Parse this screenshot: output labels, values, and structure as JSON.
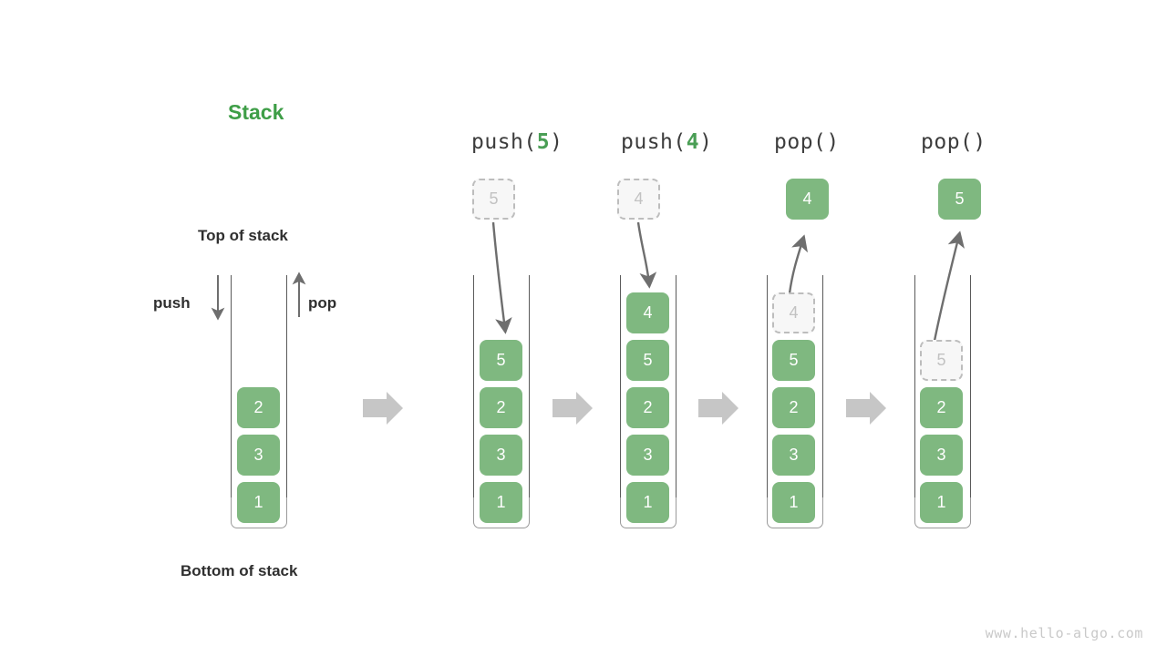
{
  "figure": {
    "title": "Stack",
    "watermark": "www.hello-algo.com",
    "labels": {
      "top_of_stack": "Top of stack",
      "bottom_of_stack": "Bottom of stack",
      "push": "push",
      "pop": "pop"
    },
    "colors": {
      "element_green": "#7fb880",
      "title_green": "#3e9e47",
      "accent_green": "#4a9e55",
      "ghost_fill": "#f7f7f7",
      "ghost_border": "#bdbdbd",
      "ghost_text": "#c2c2c2",
      "arrow_gray": "#6e6e6e",
      "flow_arrow_gray": "#c6c6c6",
      "text_dark": "#2f2f2f",
      "watermark_gray": "#c9c9c9",
      "background": "#ffffff"
    }
  },
  "panels": [
    {
      "id": "initial",
      "operation_prefix": "",
      "operation_arg": "",
      "operation_suffix": "",
      "stack_top_to_bottom": [
        "2",
        "3",
        "1"
      ],
      "ghost": null,
      "moving_element": null
    },
    {
      "id": "push-5",
      "operation_prefix": "push(",
      "operation_arg": "5",
      "operation_suffix": ")",
      "stack_top_to_bottom": [
        "5",
        "2",
        "3",
        "1"
      ],
      "ghost": {
        "value": "5",
        "position": "above-container"
      },
      "moving_element": {
        "value": "5",
        "direction": "down"
      }
    },
    {
      "id": "push-4",
      "operation_prefix": "push(",
      "operation_arg": "4",
      "operation_suffix": ")",
      "stack_top_to_bottom": [
        "4",
        "5",
        "2",
        "3",
        "1"
      ],
      "ghost": {
        "value": "4",
        "position": "above-container"
      },
      "moving_element": {
        "value": "4",
        "direction": "down"
      }
    },
    {
      "id": "pop-1",
      "operation_prefix": "pop(",
      "operation_arg": "",
      "operation_suffix": ")",
      "stack_top_to_bottom": [
        "5",
        "2",
        "3",
        "1"
      ],
      "ghost": {
        "value": "4",
        "position": "in-container-top"
      },
      "moving_element": {
        "value": "4",
        "direction": "up"
      }
    },
    {
      "id": "pop-2",
      "operation_prefix": "pop(",
      "operation_arg": "",
      "operation_suffix": ")",
      "stack_top_to_bottom": [
        "2",
        "3",
        "1"
      ],
      "ghost": {
        "value": "5",
        "position": "in-container-top"
      },
      "moving_element": {
        "value": "5",
        "direction": "up"
      }
    }
  ],
  "flow_arrows": [
    {
      "id": "flow-1"
    },
    {
      "id": "flow-2"
    },
    {
      "id": "flow-3"
    },
    {
      "id": "flow-4"
    }
  ]
}
